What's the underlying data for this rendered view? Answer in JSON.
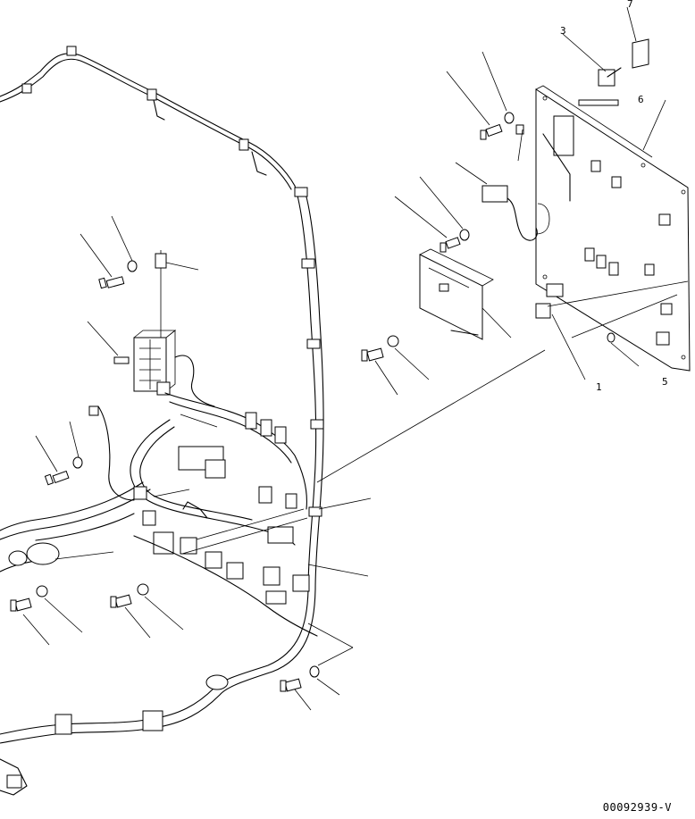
{
  "drawing": {
    "document_number": "00092939-V",
    "callout_labels": {
      "c7": "7",
      "c3a": "3",
      "c6": "6",
      "c1": "1",
      "c5": "5"
    }
  }
}
